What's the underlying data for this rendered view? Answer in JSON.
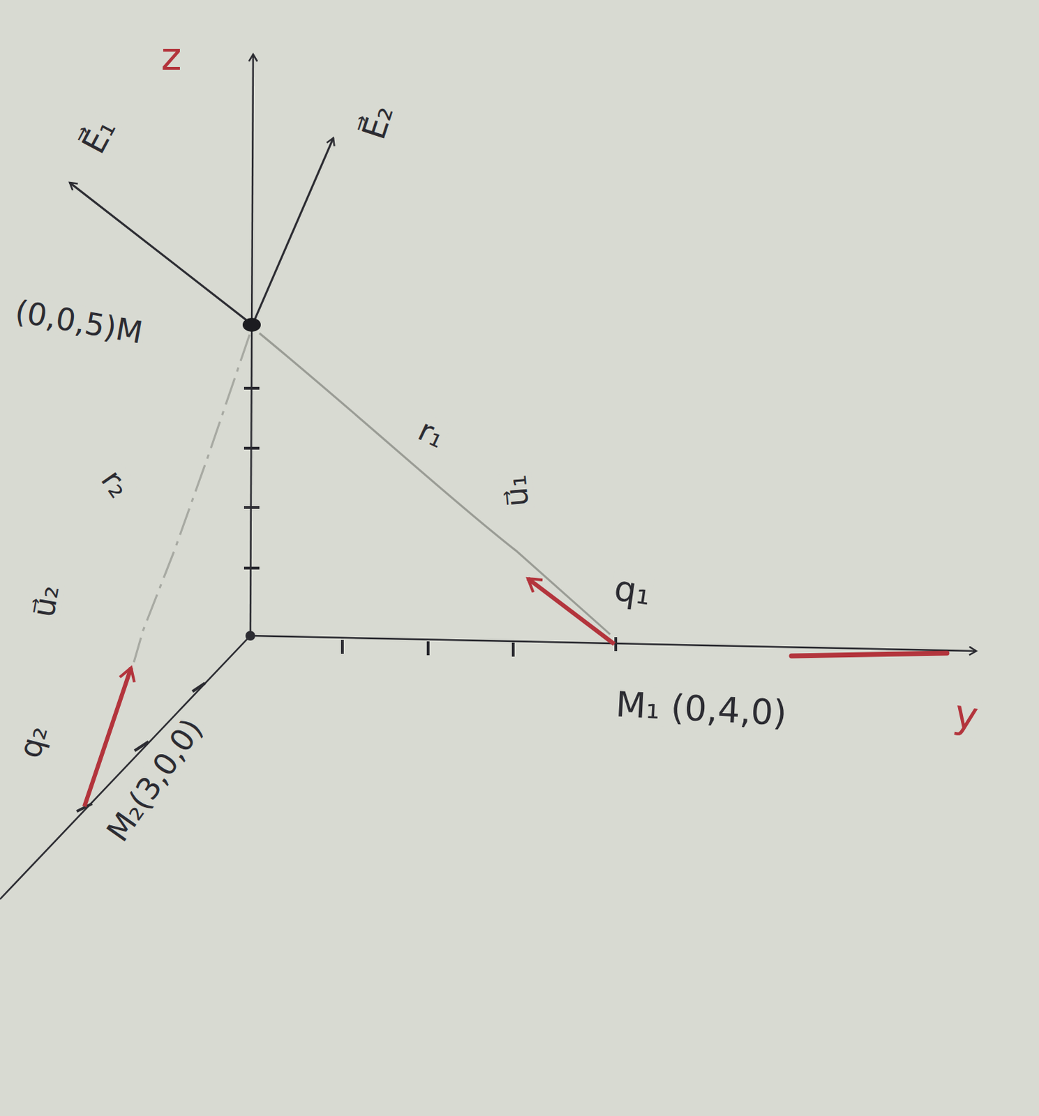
{
  "diagram": {
    "labels": [
      "z",
      "E⃗₁",
      "E⃗₂",
      "(0,0,5)M",
      "r₁",
      "r₂",
      "u⃗₁",
      "q₁",
      "M₁ (0,4,0)",
      "y",
      "u⃗₂",
      "q₂",
      "M₂(3,0,0)"
    ]
  }
}
